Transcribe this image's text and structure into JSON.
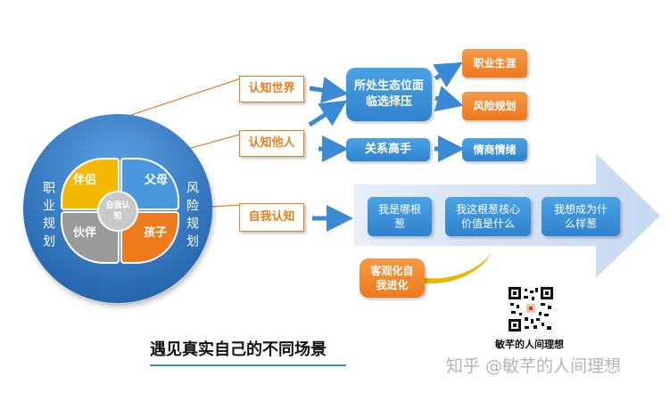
{
  "circle": {
    "left_label": "职业规划",
    "right_label": "风险规划",
    "center": "自我认知",
    "quadrants": [
      "伴侣",
      "父母",
      "伙伴",
      "孩子"
    ]
  },
  "inputs": [
    "认知世界",
    "认知他人",
    "自我认知"
  ],
  "middle": {
    "ecology": "所处生态位面临选择压",
    "master": "关系高手"
  },
  "right": [
    "职业生涯",
    "风险规划",
    "情商情绪"
  ],
  "arrow_items": [
    "我是哪根葱",
    "我这根葱核心价值是什么",
    "我想成为什么样葱"
  ],
  "evolution": "客观化自我进化",
  "title": "遇见真实自己的不同场景",
  "brand": {
    "name": "敏芊的人间理想",
    "watermark": "知乎 @敏芊的人间理想"
  },
  "colors": {
    "blue": "#2f80cc",
    "orange": "#ee7d1e",
    "yellow": "#f5b800",
    "gray": "#9a9a9a",
    "light_blue": "#cfe0f3"
  },
  "icons": [
    "qr-code-icon"
  ]
}
